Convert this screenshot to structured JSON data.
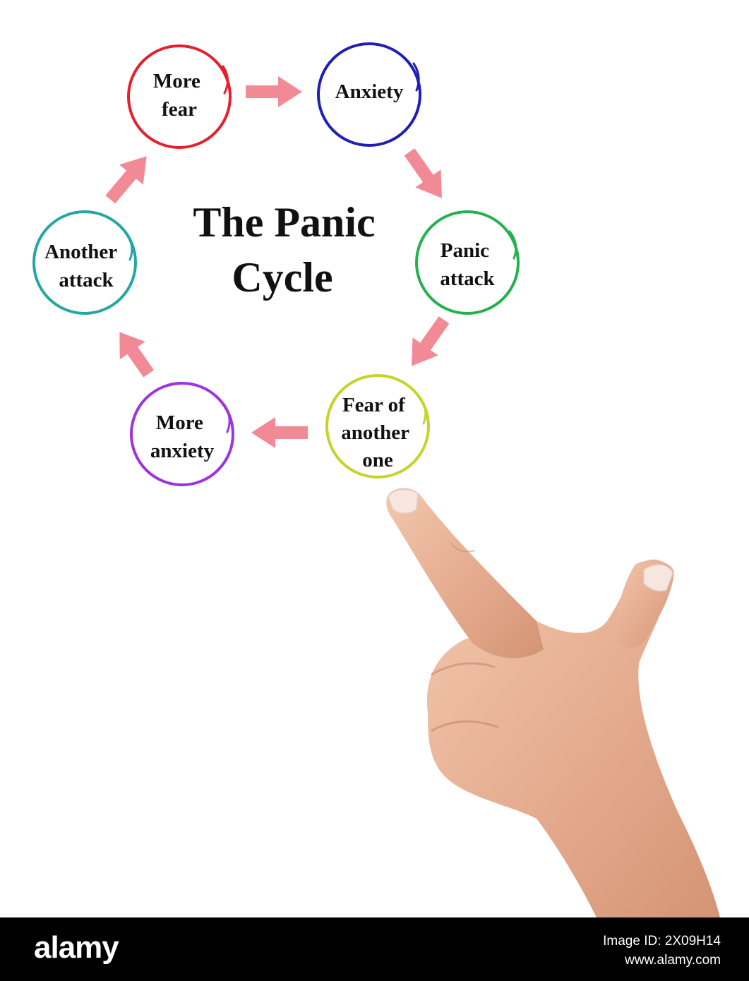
{
  "diagram": {
    "title_lines": [
      "The Panic",
      "Cycle"
    ],
    "nodes": [
      {
        "id": "more-fear",
        "lines": [
          "More",
          "fear"
        ],
        "color": "#e3202c"
      },
      {
        "id": "anxiety",
        "lines": [
          "Anxiety"
        ],
        "color": "#1f1fb8"
      },
      {
        "id": "panic-attack",
        "lines": [
          "Panic",
          "attack"
        ],
        "color": "#22b24c"
      },
      {
        "id": "fear-of-another-one",
        "lines": [
          "Fear of",
          "another",
          "one"
        ],
        "color": "#c4d42a"
      },
      {
        "id": "more-anxiety",
        "lines": [
          "More",
          "anxiety"
        ],
        "color": "#a033d9"
      },
      {
        "id": "another-attack",
        "lines": [
          "Another",
          "attack"
        ],
        "color": "#26a6a3"
      }
    ],
    "arrow_color": "#f28a96",
    "hand_image": "pointing-hand"
  },
  "footer": {
    "logo": "alamy",
    "image_id_line": "Image ID: 2X09H14",
    "site_line": "www.alamy.com"
  }
}
